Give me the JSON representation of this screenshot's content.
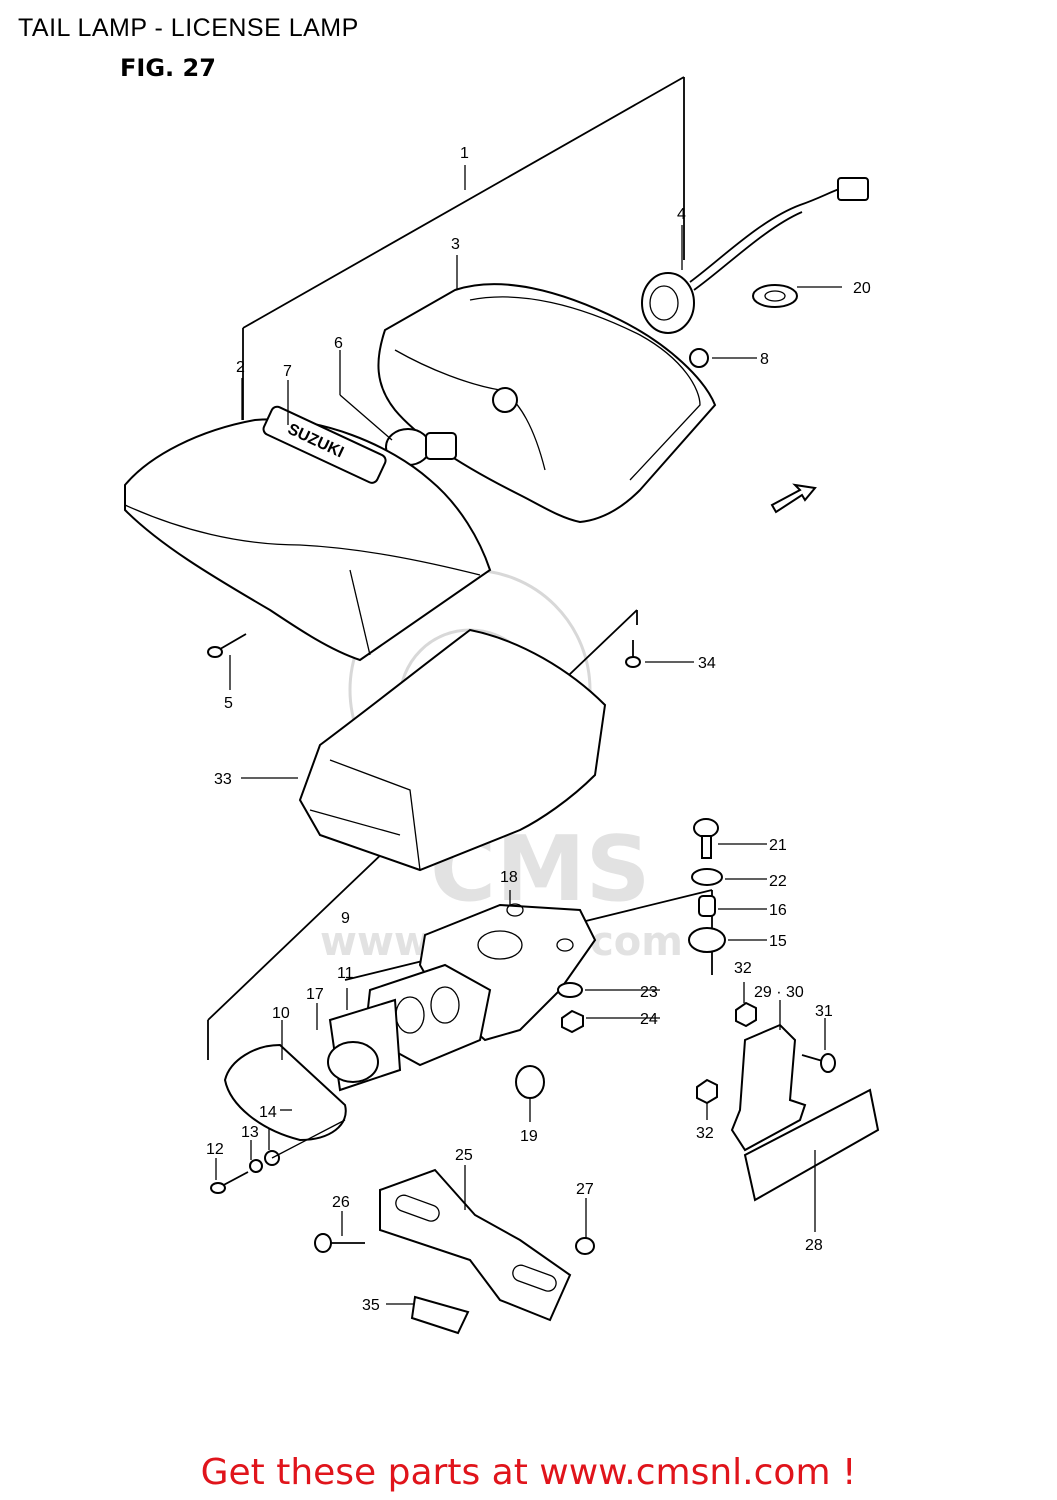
{
  "header": {
    "title": "TAIL LAMP - LICENSE LAMP",
    "figure": "FIG. 27"
  },
  "footer": {
    "text": "Get these parts at www.cmsnl.com !",
    "color": "#e0141b"
  },
  "watermark": {
    "brand": "CMS",
    "url": "www.cmsnl.com"
  },
  "diagram": {
    "branding_on_lens": "SUZUKI",
    "callouts": [
      "1",
      "2",
      "3",
      "4",
      "5",
      "6",
      "7",
      "8",
      "9",
      "10",
      "11",
      "12",
      "13",
      "14",
      "15",
      "16",
      "17",
      "18",
      "19",
      "20",
      "21",
      "22",
      "23",
      "24",
      "25",
      "26",
      "27",
      "28",
      "29 · 30",
      "31",
      "32",
      "32",
      "33",
      "34",
      "35"
    ]
  }
}
